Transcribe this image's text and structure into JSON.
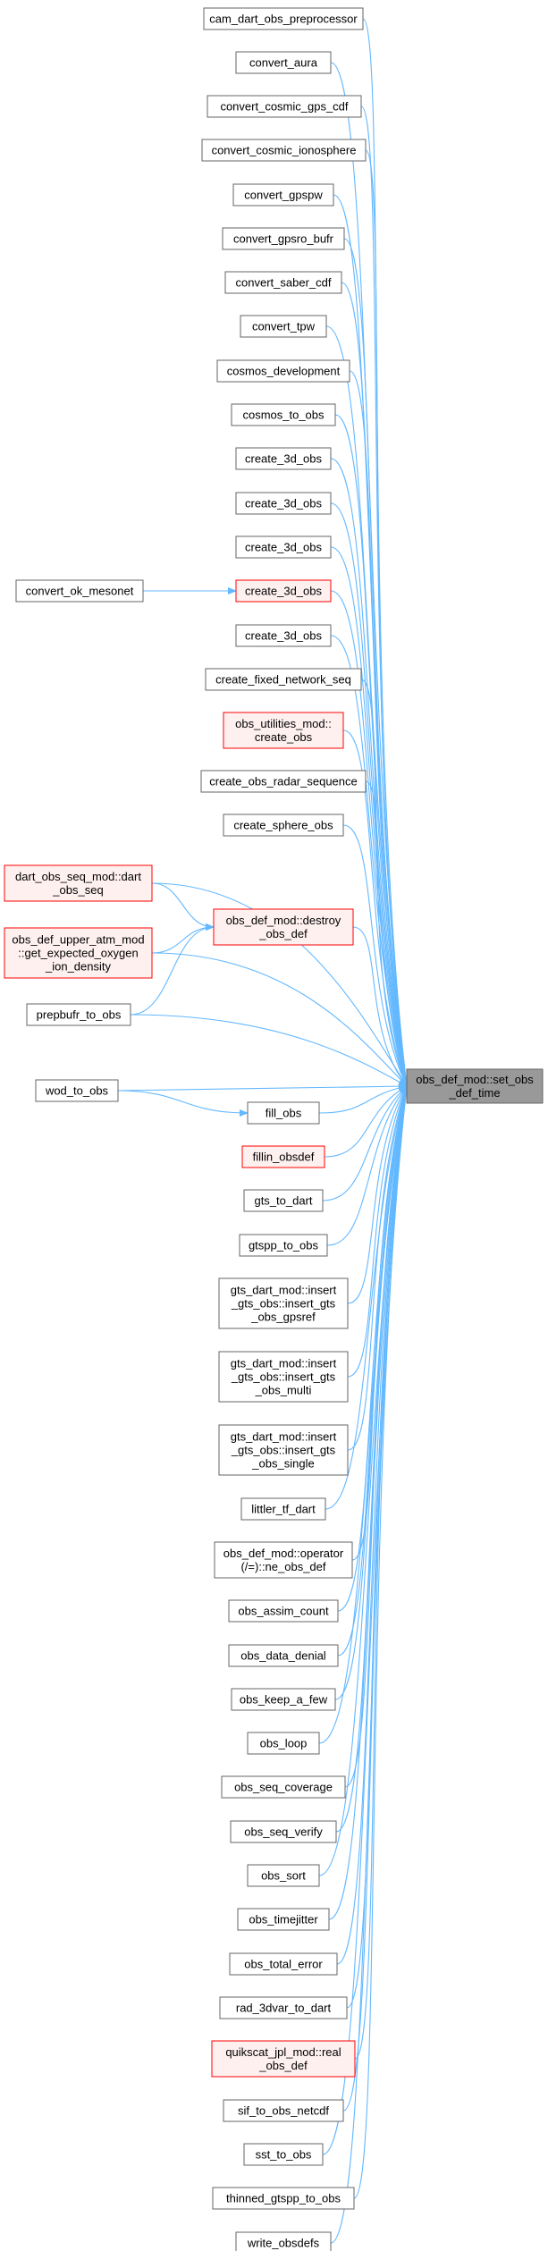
{
  "colors": {
    "edge": "#63b8ff",
    "box_border": "#666666",
    "box_fill": "#ffffff",
    "red_border": "#ff0000",
    "red_fill": "#fff0f0",
    "target_fill": "#999999",
    "target_border": "#666666",
    "text": "#000000"
  },
  "target": {
    "id": "target",
    "lines": [
      "obs_def_mod::set_obs",
      "_def_time"
    ]
  },
  "nodes": [
    {
      "id": "cam",
      "lines": [
        "cam_dart_obs_preprocessor"
      ],
      "style": "normal"
    },
    {
      "id": "aura",
      "lines": [
        "convert_aura"
      ],
      "style": "normal"
    },
    {
      "id": "gpscdf",
      "lines": [
        "convert_cosmic_gps_cdf"
      ],
      "style": "normal"
    },
    {
      "id": "iono",
      "lines": [
        "convert_cosmic_ionosphere"
      ],
      "style": "normal"
    },
    {
      "id": "gpspw",
      "lines": [
        "convert_gpspw"
      ],
      "style": "normal"
    },
    {
      "id": "gpsro",
      "lines": [
        "convert_gpsro_bufr"
      ],
      "style": "normal"
    },
    {
      "id": "saber",
      "lines": [
        "convert_saber_cdf"
      ],
      "style": "normal"
    },
    {
      "id": "tpw",
      "lines": [
        "convert_tpw"
      ],
      "style": "normal"
    },
    {
      "id": "cosdev",
      "lines": [
        "cosmos_development"
      ],
      "style": "normal"
    },
    {
      "id": "costo",
      "lines": [
        "cosmos_to_obs"
      ],
      "style": "normal"
    },
    {
      "id": "c3d1",
      "lines": [
        "create_3d_obs"
      ],
      "style": "normal"
    },
    {
      "id": "c3d2",
      "lines": [
        "create_3d_obs"
      ],
      "style": "normal"
    },
    {
      "id": "c3d3",
      "lines": [
        "create_3d_obs"
      ],
      "style": "normal"
    },
    {
      "id": "c3d4",
      "lines": [
        "create_3d_obs"
      ],
      "style": "red"
    },
    {
      "id": "c3d5",
      "lines": [
        "create_3d_obs"
      ],
      "style": "normal"
    },
    {
      "id": "fixnet",
      "lines": [
        "create_fixed_network_seq"
      ],
      "style": "normal"
    },
    {
      "id": "obsutil",
      "lines": [
        "obs_utilities_mod::",
        "create_obs"
      ],
      "style": "red"
    },
    {
      "id": "radar",
      "lines": [
        "create_obs_radar_sequence"
      ],
      "style": "normal"
    },
    {
      "id": "sphere",
      "lines": [
        "create_sphere_obs"
      ],
      "style": "normal"
    },
    {
      "id": "destroy",
      "lines": [
        "obs_def_mod::destroy",
        "_obs_def"
      ],
      "style": "red"
    },
    {
      "id": "fill",
      "lines": [
        "fill_obs"
      ],
      "style": "normal"
    },
    {
      "id": "fillin",
      "lines": [
        "fillin_obsdef"
      ],
      "style": "red"
    },
    {
      "id": "gts2d",
      "lines": [
        "gts_to_dart"
      ],
      "style": "normal"
    },
    {
      "id": "gtspp",
      "lines": [
        "gtspp_to_obs"
      ],
      "style": "normal"
    },
    {
      "id": "gtsref",
      "lines": [
        "gts_dart_mod::insert",
        "_gts_obs::insert_gts",
        "_obs_gpsref"
      ],
      "style": "normal"
    },
    {
      "id": "gtsmulti",
      "lines": [
        "gts_dart_mod::insert",
        "_gts_obs::insert_gts",
        "_obs_multi"
      ],
      "style": "normal"
    },
    {
      "id": "gtssingle",
      "lines": [
        "gts_dart_mod::insert",
        "_gts_obs::insert_gts",
        "_obs_single"
      ],
      "style": "normal"
    },
    {
      "id": "littler",
      "lines": [
        "littler_tf_dart"
      ],
      "style": "normal"
    },
    {
      "id": "operator",
      "lines": [
        "obs_def_mod::operator",
        "(/=)::ne_obs_def"
      ],
      "style": "normal"
    },
    {
      "id": "assim",
      "lines": [
        "obs_assim_count"
      ],
      "style": "normal"
    },
    {
      "id": "denial",
      "lines": [
        "obs_data_denial"
      ],
      "style": "normal"
    },
    {
      "id": "keep",
      "lines": [
        "obs_keep_a_few"
      ],
      "style": "normal"
    },
    {
      "id": "loop",
      "lines": [
        "obs_loop"
      ],
      "style": "normal"
    },
    {
      "id": "coverage",
      "lines": [
        "obs_seq_coverage"
      ],
      "style": "normal"
    },
    {
      "id": "verify",
      "lines": [
        "obs_seq_verify"
      ],
      "style": "normal"
    },
    {
      "id": "sort",
      "lines": [
        "obs_sort"
      ],
      "style": "normal"
    },
    {
      "id": "jitter",
      "lines": [
        "obs_timejitter"
      ],
      "style": "normal"
    },
    {
      "id": "totalerr",
      "lines": [
        "obs_total_error"
      ],
      "style": "normal"
    },
    {
      "id": "rad3dvar",
      "lines": [
        "rad_3dvar_to_dart"
      ],
      "style": "normal"
    },
    {
      "id": "quikscat",
      "lines": [
        "quikscat_jpl_mod::real",
        "_obs_def"
      ],
      "style": "red"
    },
    {
      "id": "sif",
      "lines": [
        "sif_to_obs_netcdf"
      ],
      "style": "normal"
    },
    {
      "id": "sst",
      "lines": [
        "sst_to_obs"
      ],
      "style": "normal"
    },
    {
      "id": "thinned",
      "lines": [
        "thinned_gtspp_to_obs"
      ],
      "style": "normal"
    },
    {
      "id": "write",
      "lines": [
        "write_obsdefs"
      ],
      "style": "normal"
    },
    {
      "id": "okmeso",
      "lines": [
        "convert_ok_mesonet"
      ],
      "style": "normal"
    },
    {
      "id": "dartseq",
      "lines": [
        "dart_obs_seq_mod::dart",
        "_obs_seq"
      ],
      "style": "red"
    },
    {
      "id": "oxygen",
      "lines": [
        "obs_def_upper_atm_mod",
        "::get_expected_oxygen",
        "_ion_density"
      ],
      "style": "red"
    },
    {
      "id": "prepbufr",
      "lines": [
        "prepbufr_to_obs"
      ],
      "style": "normal"
    },
    {
      "id": "wod",
      "lines": [
        "wod_to_obs"
      ],
      "style": "normal"
    }
  ],
  "edges": [
    [
      "cam",
      "target"
    ],
    [
      "aura",
      "target"
    ],
    [
      "gpscdf",
      "target"
    ],
    [
      "iono",
      "target"
    ],
    [
      "gpspw",
      "target"
    ],
    [
      "gpsro",
      "target"
    ],
    [
      "saber",
      "target"
    ],
    [
      "tpw",
      "target"
    ],
    [
      "cosdev",
      "target"
    ],
    [
      "costo",
      "target"
    ],
    [
      "c3d1",
      "target"
    ],
    [
      "c3d2",
      "target"
    ],
    [
      "c3d3",
      "target"
    ],
    [
      "c3d4",
      "target"
    ],
    [
      "c3d5",
      "target"
    ],
    [
      "fixnet",
      "target"
    ],
    [
      "obsutil",
      "target"
    ],
    [
      "radar",
      "target"
    ],
    [
      "sphere",
      "target"
    ],
    [
      "dartseq",
      "target"
    ],
    [
      "destroy",
      "target"
    ],
    [
      "oxygen",
      "target"
    ],
    [
      "prepbufr",
      "target"
    ],
    [
      "wod",
      "target"
    ],
    [
      "fill",
      "target"
    ],
    [
      "fillin",
      "target"
    ],
    [
      "gts2d",
      "target"
    ],
    [
      "gtspp",
      "target"
    ],
    [
      "gtsref",
      "target"
    ],
    [
      "gtsmulti",
      "target"
    ],
    [
      "gtssingle",
      "target"
    ],
    [
      "littler",
      "target"
    ],
    [
      "operator",
      "target"
    ],
    [
      "assim",
      "target"
    ],
    [
      "denial",
      "target"
    ],
    [
      "keep",
      "target"
    ],
    [
      "loop",
      "target"
    ],
    [
      "coverage",
      "target"
    ],
    [
      "verify",
      "target"
    ],
    [
      "sort",
      "target"
    ],
    [
      "jitter",
      "target"
    ],
    [
      "totalerr",
      "target"
    ],
    [
      "rad3dvar",
      "target"
    ],
    [
      "quikscat",
      "target"
    ],
    [
      "sif",
      "target"
    ],
    [
      "sst",
      "target"
    ],
    [
      "thinned",
      "target"
    ],
    [
      "write",
      "target"
    ],
    [
      "okmeso",
      "c3d4"
    ],
    [
      "dartseq",
      "destroy"
    ],
    [
      "oxygen",
      "destroy"
    ],
    [
      "prepbufr",
      "destroy"
    ],
    [
      "wod",
      "fill"
    ]
  ]
}
